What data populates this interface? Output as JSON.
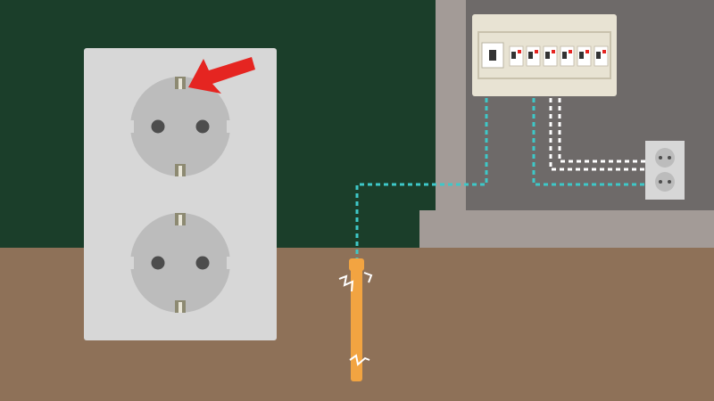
{
  "scene": {
    "colors": {
      "wall": "#1b3e2a",
      "floor": "#8e7158",
      "room_wall": "#6e6a69",
      "room_frame": "#a39b97",
      "socket_plate": "#d7d7d7",
      "socket_well": "#bcbcbc",
      "contact_hole": "#4d4d4d",
      "earth_clip": "#8d8a72",
      "arrow": "#e52521",
      "panel_body": "#e8e3d3",
      "breaker": "#ffffff",
      "breaker_flag": "#e52521",
      "earth_wire": "#3ec8c8",
      "phase_wire": "#ffffff",
      "ground_rod": "#f2a441",
      "spark": "#ffffff"
    },
    "icons": {
      "pointer": "red-arrow-icon",
      "socket": "schuko-socket-icon",
      "spark": "electric-spark-icon"
    },
    "breaker_count": 6,
    "wall_outlet_count": 2,
    "large_outlet_count": 2
  }
}
